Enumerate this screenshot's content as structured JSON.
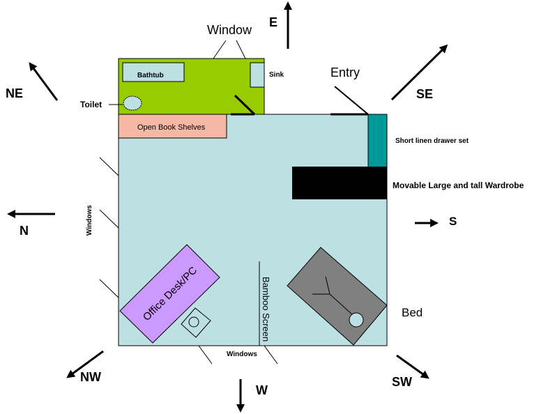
{
  "colors": {
    "room": "#bde0e3",
    "bathroom": "#99cc00",
    "fixture": "#bde0e3",
    "bookshelves": "#f4b8a4",
    "linen": "#009999",
    "wardrobe": "#000000",
    "desk": "#cc99ff",
    "bed": "#808080"
  },
  "compass": {
    "E": "E",
    "NE": "NE",
    "SE": "SE",
    "N": "N",
    "S": "S",
    "NW": "NW",
    "W": "W",
    "SW": "SW"
  },
  "labels": {
    "window_top": "Window",
    "bathtub": "Bathtub",
    "sink": "Sink",
    "toilet": "Toilet",
    "entry": "Entry",
    "bookshelves": "Open Book Shelves",
    "linen": "Short linen drawer set",
    "wardrobe": "Movable Large and tall Wardrobe",
    "windows_left": "Windows",
    "windows_bottom": "Windows",
    "desk": "Office Desk/PC",
    "bamboo": "Bamboo Screen",
    "bed": "Bed"
  }
}
